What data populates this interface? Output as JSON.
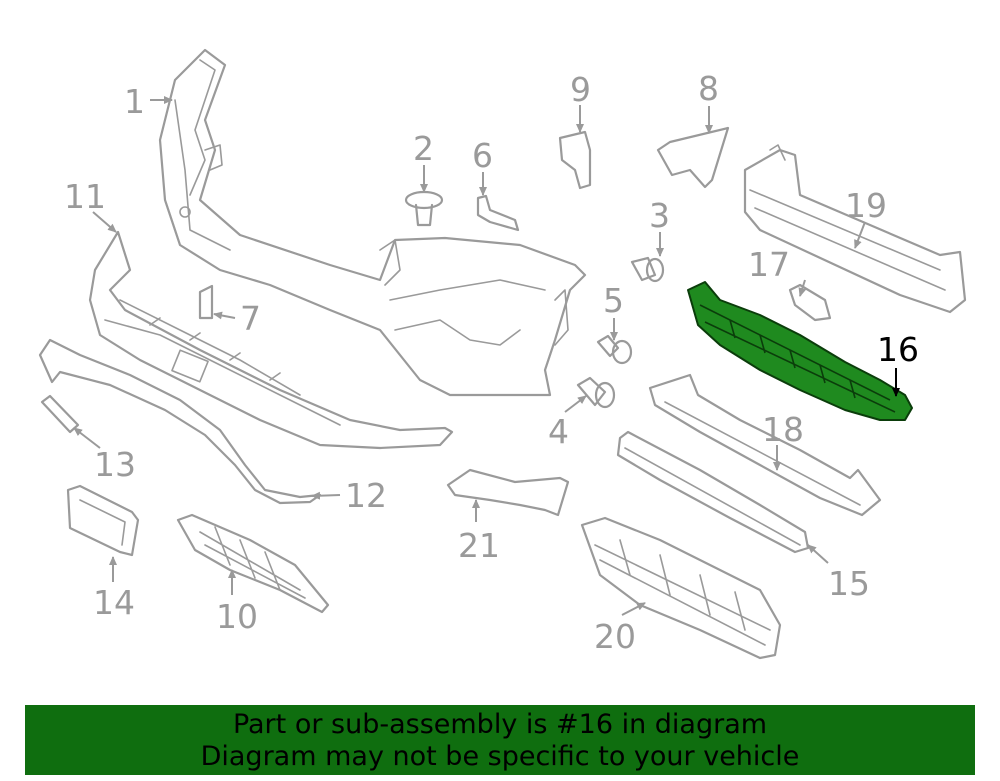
{
  "callouts": {
    "c1": "1",
    "c2": "2",
    "c3": "3",
    "c4": "4",
    "c5": "5",
    "c6": "6",
    "c7": "7",
    "c8": "8",
    "c9": "9",
    "c10": "10",
    "c11": "11",
    "c12": "12",
    "c13": "13",
    "c14": "14",
    "c15": "15",
    "c16": "16",
    "c17": "17",
    "c18": "18",
    "c19": "19",
    "c20": "20",
    "c21": "21"
  },
  "highlighted_part": "16",
  "colors": {
    "line_art": "#9a9a9a",
    "highlight_fill": "#1f8a1f",
    "banner_background": "#0f6e0f"
  },
  "banner": {
    "line1": "Part or sub-assembly is #16 in diagram",
    "line2": "Diagram may not be specific to your vehicle"
  }
}
